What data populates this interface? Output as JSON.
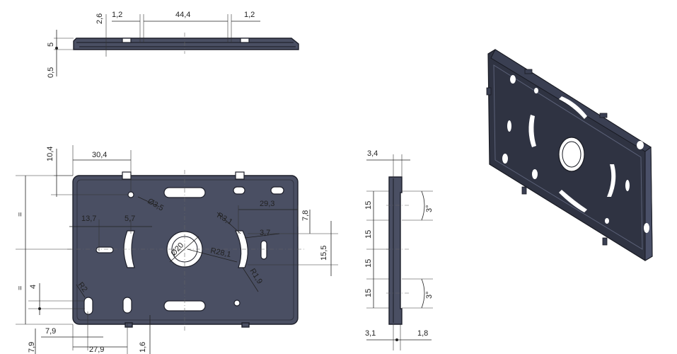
{
  "top_view": {
    "dim_height": "2,6",
    "dim_left_gap": "1,2",
    "dim_span": "44,4",
    "dim_right_gap": "1,2",
    "dim_thickness": "5",
    "dim_offset": "0,5"
  },
  "front_view": {
    "dim_top_offset": "10,4",
    "dim_top_width": "30,4",
    "dim_equal_upper": "=",
    "dim_equal_lower": "=",
    "dim_hole_dia": "Ø3,5",
    "dim_13_7": "13,7",
    "dim_5_7": "5,7",
    "dim_29_3": "29,3",
    "dim_7_8": "7,8",
    "dim_r3_1": "R3,1",
    "dim_3_7": "3,7",
    "dim_15_5": "15,5",
    "dim_center_dia": "Ø20",
    "dim_r28_1": "R28,1",
    "dim_r1_9": "R1,9",
    "dim_r2": "R2",
    "dim_4": "4",
    "dim_7_9_h": "7,9",
    "dim_7_9_v": "7,9",
    "dim_27_9": "27,9",
    "dim_1_6": "1,6"
  },
  "side_view": {
    "dim_top": "3,4",
    "dim_seg1": "15",
    "dim_seg2": "15",
    "dim_seg3": "15",
    "dim_seg4": "15",
    "dim_angle_top": "3°",
    "dim_angle_bottom": "3°",
    "dim_bottom_left": "3,1",
    "dim_bottom_right": "1,8"
  }
}
